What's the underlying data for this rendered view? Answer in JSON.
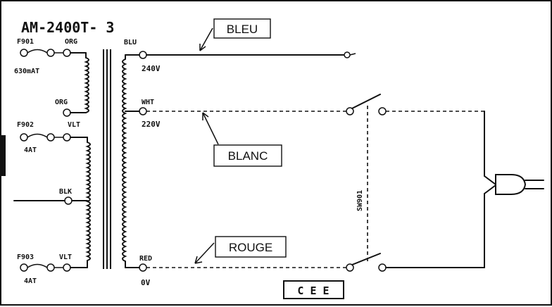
{
  "model": "AM-2400T- 3",
  "fuses": {
    "f901": {
      "name": "F901",
      "rating": "630mAT"
    },
    "f902": {
      "name": "F902",
      "rating": "4AT"
    },
    "f903": {
      "name": "F903",
      "rating": "4AT"
    }
  },
  "primary_wires": {
    "org_top": "ORG",
    "org_bottom": "ORG",
    "vlt_top": "VLT",
    "blk": "BLK",
    "vlt_bottom": "VLT"
  },
  "secondary_taps": [
    {
      "wire": "BLU",
      "voltage": "240V"
    },
    {
      "wire": "WHT",
      "voltage": "220V"
    },
    {
      "wire": "RED",
      "voltage": "0V"
    }
  ],
  "switch_label": "SW901",
  "callouts": {
    "blue": "BLEU",
    "white": "BLANC",
    "red": "ROUGE"
  },
  "mark": "C E E"
}
